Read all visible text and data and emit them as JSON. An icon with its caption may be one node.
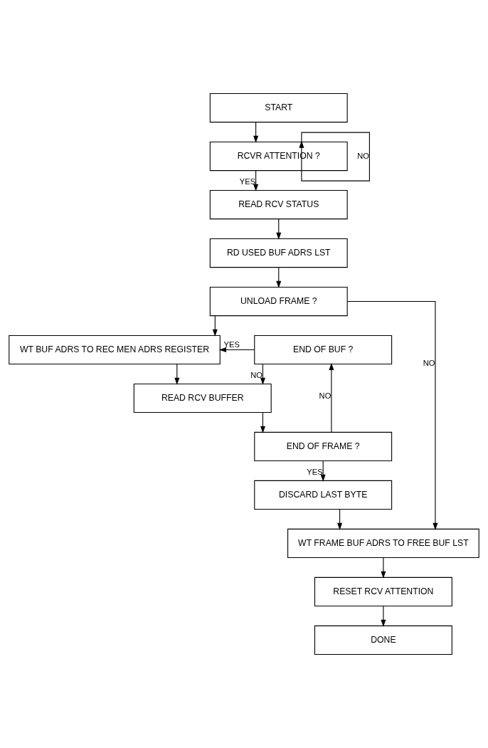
{
  "diagram": {
    "nodes": [
      {
        "text": [
          "START"
        ]
      },
      {
        "text": [
          "RCVR ATTENTION ?"
        ]
      },
      {
        "text": [
          "READ RCV STATUS"
        ]
      },
      {
        "text": [
          "RD USED BUF ADRS LST"
        ]
      },
      {
        "text": [
          "UNLOAD FRAME ?"
        ]
      },
      {
        "text": [
          "WT BUF ADRS TO REC MEN ADRS REGISTER"
        ]
      },
      {
        "text": [
          "END OF BUF ?"
        ]
      },
      {
        "text": [
          "READ RCV BUFFER"
        ]
      },
      {
        "text": [
          "END OF FRAME ?"
        ]
      },
      {
        "text": [
          "WT FRAME BUF ADRS TO FREE BUF LST"
        ]
      },
      {
        "text": [
          "DISCARD LAST BYTE"
        ]
      },
      {
        "text": [
          "RESET RCV ATTENTION"
        ]
      },
      {
        "text": [
          "DONE"
        ]
      }
    ],
    "edges": [
      {
        "from": 0,
        "to": 1,
        "arrow": "to"
      },
      {
        "from": 1,
        "to": 1,
        "arrow": "to",
        "label": "NO"
      },
      {
        "from": 1,
        "to": 2,
        "arrow": "to",
        "label": "YES"
      },
      {
        "from": 2,
        "to": 3,
        "arrow": "to"
      },
      {
        "from": 3,
        "to": 4,
        "arrow": "to"
      },
      {
        "from": 4,
        "to": 9,
        "arrow": "to",
        "label": "NO"
      },
      {
        "from": 4,
        "to": 5,
        "arrow": "to"
      },
      {
        "from": 6,
        "to": 5,
        "arrow": "to",
        "label": "YES"
      },
      {
        "from": 6,
        "to": 7,
        "arrow": "to",
        "label": "NO"
      },
      {
        "from": 5,
        "to": 7,
        "arrow": "to"
      },
      {
        "from": 7,
        "to": 8,
        "arrow": "to"
      },
      {
        "from": 8,
        "to": 6,
        "arrow": "to",
        "label": "NO"
      },
      {
        "from": 8,
        "to": 10,
        "arrow": "to",
        "label": "YES"
      },
      {
        "from": 10,
        "to": 9,
        "arrow": "to"
      },
      {
        "from": 9,
        "to": 11,
        "arrow": "to"
      },
      {
        "from": 11,
        "to": 12,
        "arrow": "to"
      }
    ]
  }
}
